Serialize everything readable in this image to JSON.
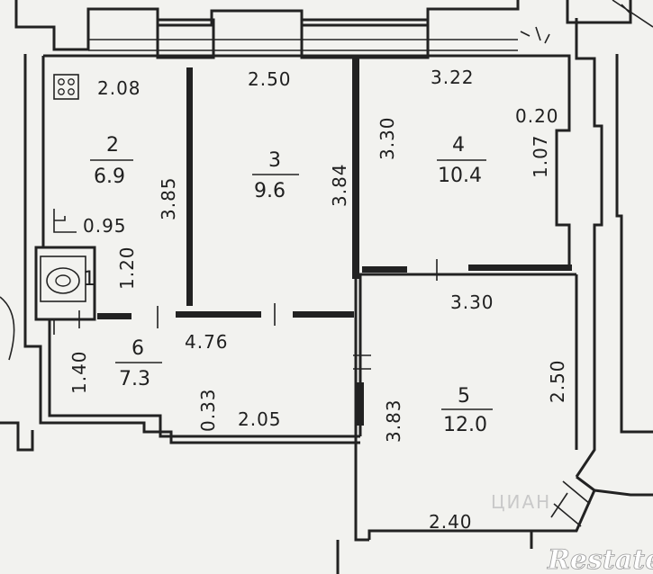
{
  "rooms": [
    {
      "number": "1",
      "area": ""
    },
    {
      "number": "2",
      "area": "6.9"
    },
    {
      "number": "3",
      "area": "9.6"
    },
    {
      "number": "4",
      "area": "10.4"
    },
    {
      "number": "5",
      "area": "12.0"
    },
    {
      "number": "6",
      "area": "7.3"
    }
  ],
  "dimensions": {
    "d_2_08": "2.08",
    "d_2_50_top": "2.50",
    "d_3_22": "3.22",
    "d_0_20": "0.20",
    "d_3_30_v": "3.30",
    "d_1_07": "1.07",
    "d_3_85": "3.85",
    "d_3_84": "3.84",
    "d_0_95": "0.95",
    "d_1_20": "1.20",
    "d_3_30_h": "3.30",
    "d_4_76": "4.76",
    "d_1_40": "1.40",
    "d_0_33": "0.33",
    "d_2_05": "2.05",
    "d_3_83": "3.83",
    "d_2_50_right": "2.50",
    "d_2_40": "2.40"
  },
  "watermark": {
    "text": "ЦИАН",
    "logo": "Restate"
  }
}
